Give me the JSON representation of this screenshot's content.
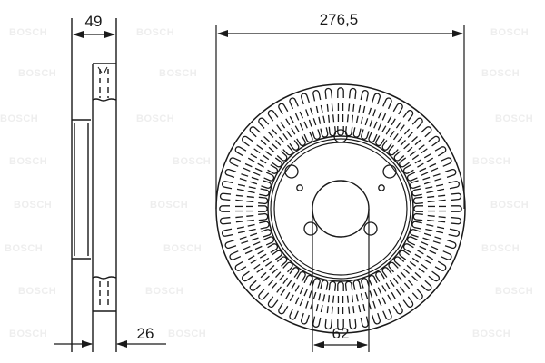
{
  "drawing": {
    "subject": "Ventilated brake disc technical drawing",
    "watermark_text": "BOSCH",
    "line_color": "#1a1a1a",
    "watermark_color": "#eeeeee"
  },
  "dimensions": {
    "overall_height": {
      "label": "49"
    },
    "outer_diameter": {
      "label": "276,5"
    },
    "disc_thickness": {
      "label": "26"
    },
    "center_bore": {
      "label": "62"
    }
  },
  "front_view": {
    "bolt_holes": 5,
    "small_holes": 2,
    "vent_slots_per_row": 60
  }
}
